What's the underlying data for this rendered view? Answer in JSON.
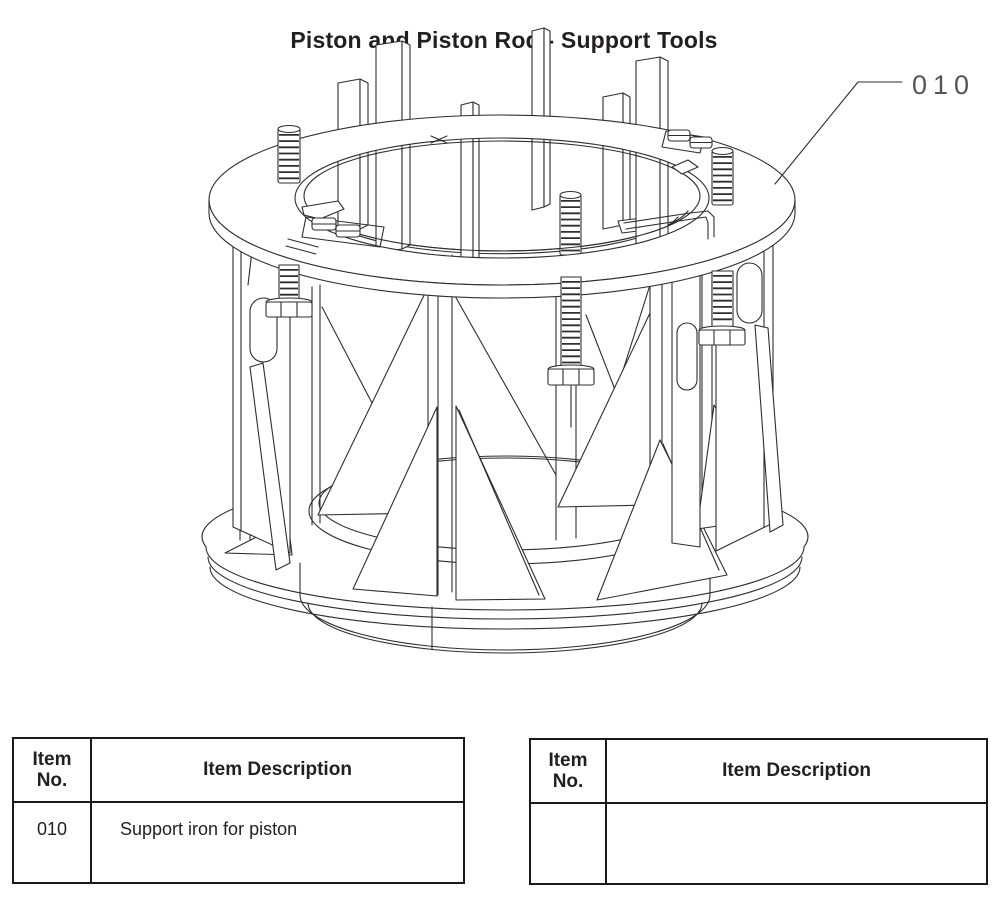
{
  "page": {
    "title": "Piston and Piston Rod - Support Tools"
  },
  "drawing": {
    "callout": "010"
  },
  "tables": {
    "left": {
      "headers": {
        "item_no": "Item No.",
        "description": "Item Description"
      },
      "rows": [
        {
          "item_no": "010",
          "description": "Support iron for piston"
        }
      ]
    },
    "right": {
      "headers": {
        "item_no": "Item No.",
        "description": "Item Description"
      },
      "rows": [
        {
          "item_no": "",
          "description": ""
        }
      ]
    }
  },
  "colors": {
    "background": "#ffffff",
    "line_art": "#2e2e2e",
    "text": "#231f20",
    "table_border": "#1a1a1a",
    "callout_text": "#555555"
  }
}
